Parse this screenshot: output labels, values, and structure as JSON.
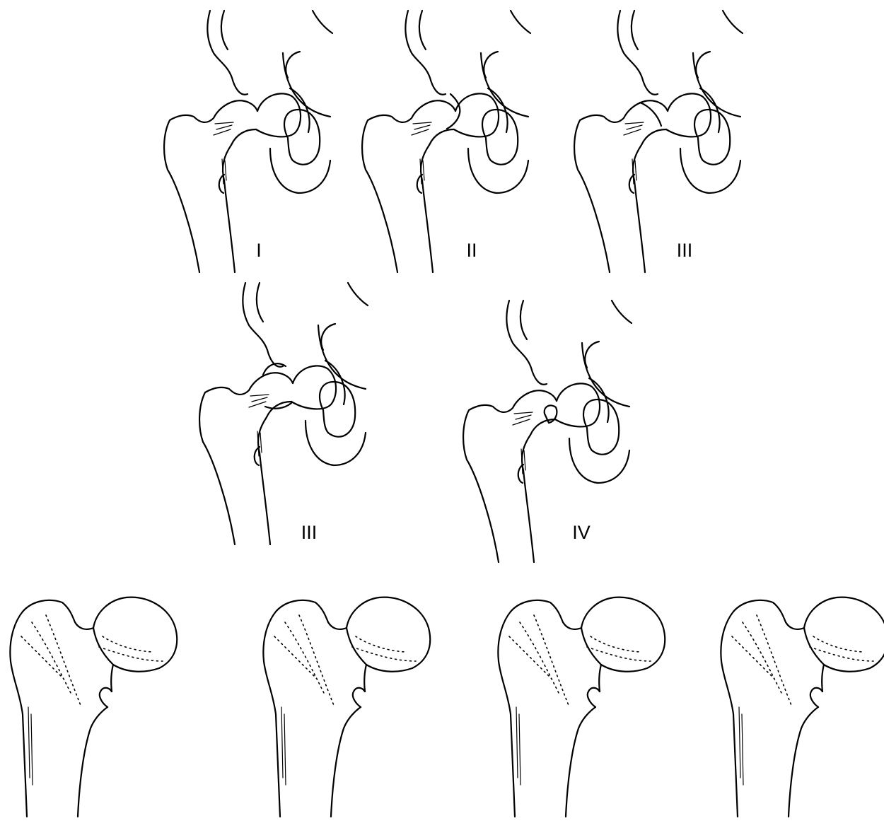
{
  "panels": [
    {
      "label": "I"
    },
    {
      "label": "II"
    },
    {
      "label": "III"
    },
    {
      "label": "III"
    },
    {
      "label": "IV"
    }
  ]
}
